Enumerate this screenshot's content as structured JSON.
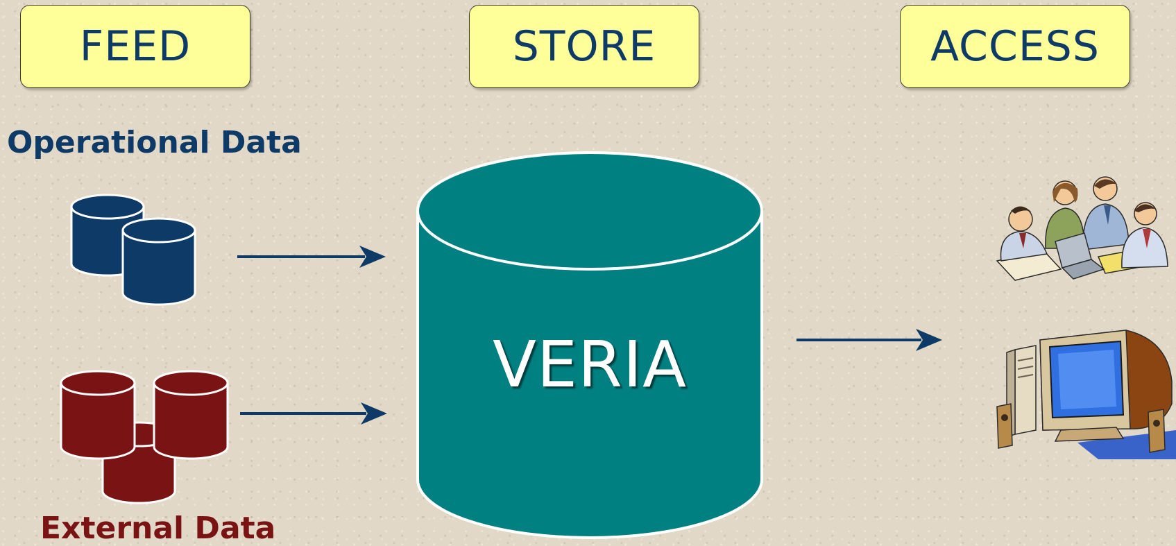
{
  "headers": {
    "feed": "FEED",
    "store": "STORE",
    "access": "ACCESS"
  },
  "sources": {
    "operational": {
      "label": "Operational Data",
      "color": "#0d3a66",
      "icon": "database-icon"
    },
    "external": {
      "label": "External Data",
      "color": "#7a1414",
      "icon": "database-icon"
    }
  },
  "store": {
    "label": "VERIA",
    "color": "#008080",
    "icon": "cylinder-icon"
  },
  "access": {
    "items": [
      {
        "icon": "people-meeting-icon"
      },
      {
        "icon": "desktop-computer-icon"
      }
    ]
  },
  "colors": {
    "header_fill": "#ffff99",
    "header_text": "#0d3a66",
    "arrow": "#0d3a66",
    "background": "#e2d8c7"
  }
}
